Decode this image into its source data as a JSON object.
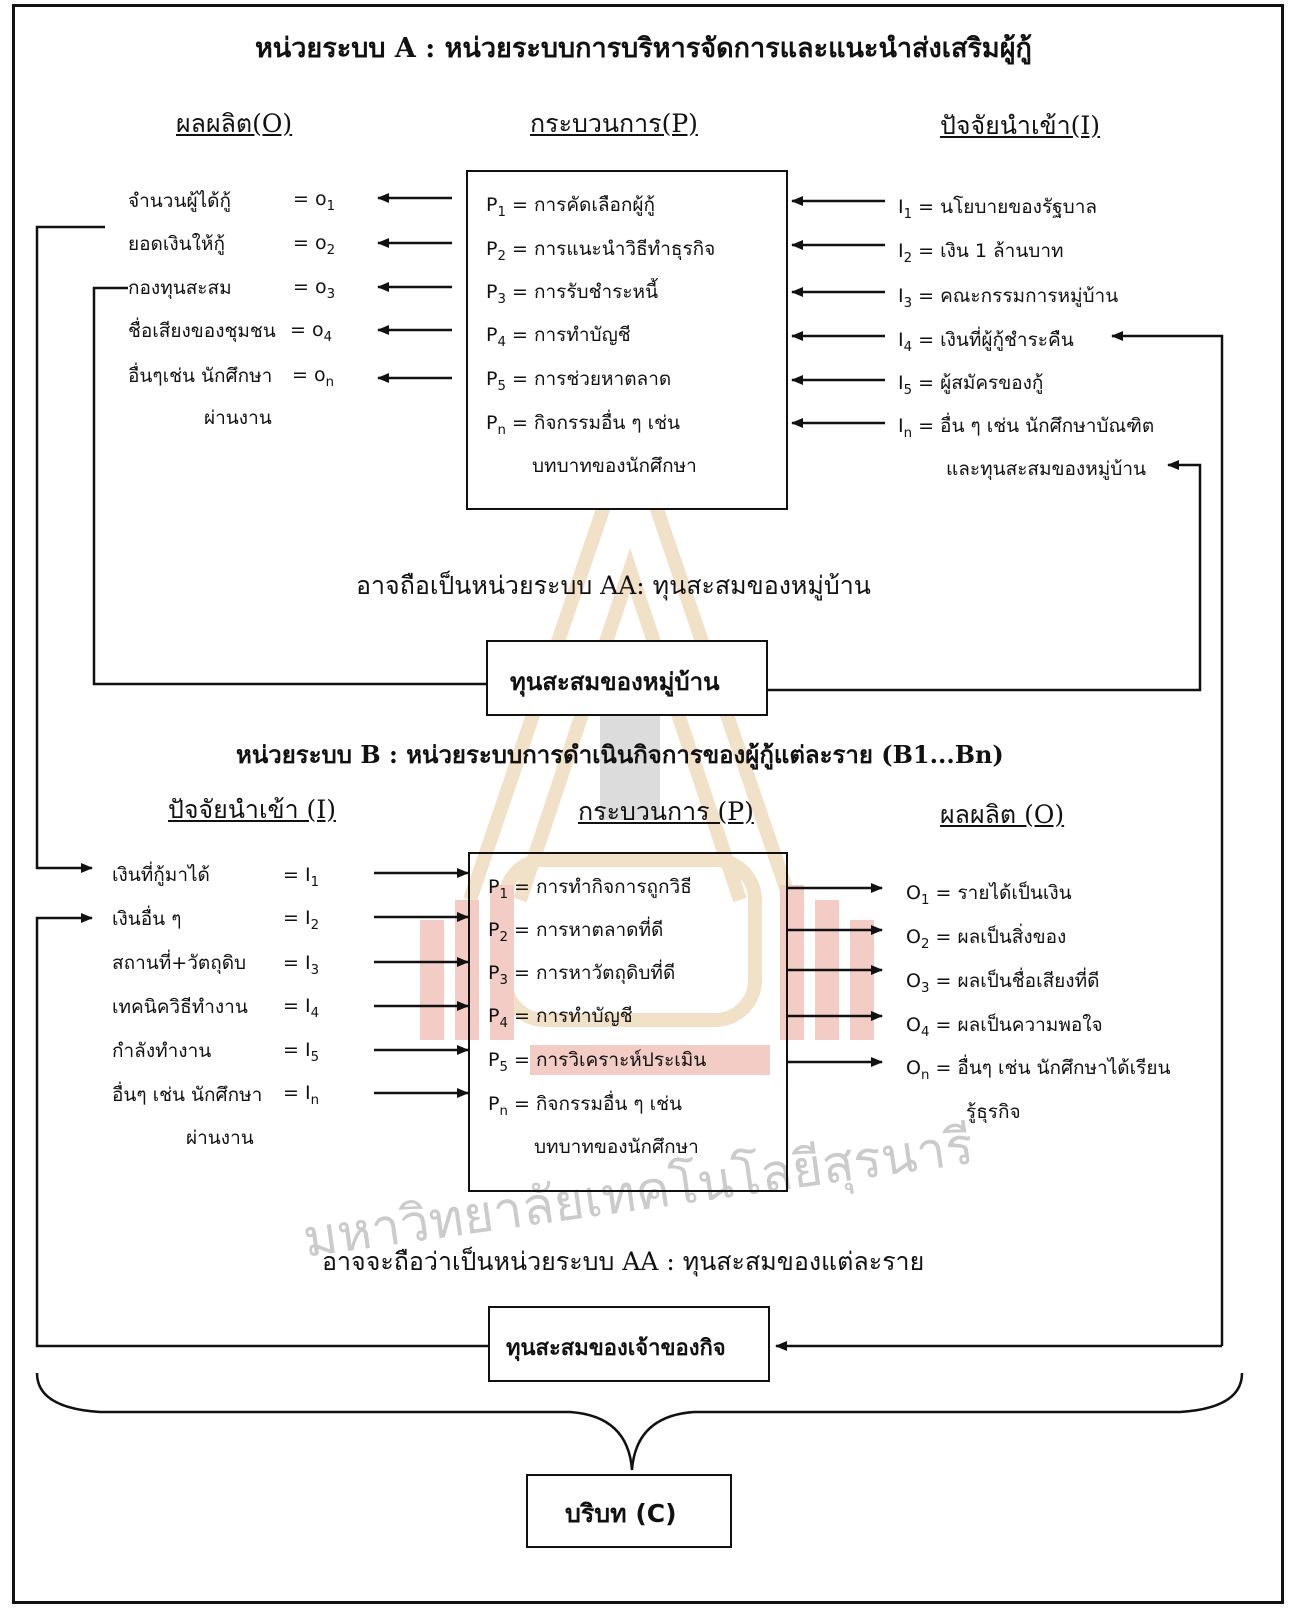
{
  "unit_a": {
    "title": "หน่วยระบบ A : หน่วยระบบการบริหารจัดการและแนะนำส่งเสริมผู้กู้",
    "col_output": "ผลผลิต(O)",
    "col_process": "กระบวนการ(P)",
    "col_input": "ปัจจัยนำเข้า(I)",
    "outputs": [
      {
        "label": "จำนวนผู้ได้กู้",
        "sym": "= o",
        "sub": "1"
      },
      {
        "label": "ยอดเงินให้กู้",
        "sym": "= o",
        "sub": "2"
      },
      {
        "label": "กองทุนสะสม",
        "sym": "= o",
        "sub": "3"
      },
      {
        "label": "ชื่อเสียงของชุมชน",
        "sym": "= o",
        "sub": "4"
      },
      {
        "label": "อื่นๆเช่น นักศึกษา",
        "sym": "= o",
        "sub": "n"
      }
    ],
    "outputs_cont": "ผ่านงาน",
    "processes": [
      {
        "sym": "P",
        "sub": "1",
        "text": "= การคัดเลือกผู้กู้"
      },
      {
        "sym": "P",
        "sub": "2",
        "text": "= การแนะนำวิธีทำธุรกิจ"
      },
      {
        "sym": "P",
        "sub": "3",
        "text": "= การรับชำระหนี้"
      },
      {
        "sym": "P",
        "sub": "4",
        "text": "= การทำบัญชี"
      },
      {
        "sym": "P",
        "sub": "5",
        "text": "= การช่วยหาตลาด"
      },
      {
        "sym": "P",
        "sub": "n",
        "text": "= กิจกรรมอื่น ๆ เช่น"
      }
    ],
    "process_cont": "บทบาทของนักศึกษา",
    "inputs": [
      {
        "sym": "I",
        "sub": "1",
        "text": "= นโยบายของรัฐบาล"
      },
      {
        "sym": "I",
        "sub": "2",
        "text": "= เงิน 1 ล้านบาท"
      },
      {
        "sym": "I",
        "sub": "3",
        "text": "= คณะกรรมการหมู่บ้าน"
      },
      {
        "sym": "I",
        "sub": "4",
        "text": "= เงินที่ผู้กู้ชำระคืน"
      },
      {
        "sym": "I",
        "sub": "5",
        "text": "= ผู้สมัครของกู้"
      },
      {
        "sym": "I",
        "sub": "n",
        "text": "= อื่น ๆ เช่น นักศึกษาบัณฑิต"
      }
    ],
    "inputs_cont": "และทุนสะสมของหมู่บ้าน",
    "note": "อาจถือเป็นหน่วยระบบ AA: ทุนสะสมของหมู่บ้าน",
    "box": "ทุนสะสมของหมู่บ้าน"
  },
  "unit_b": {
    "title": "หน่วยระบบ B : หน่วยระบบการดำเนินกิจการของผู้กู้แต่ละราย (B1...Bn)",
    "col_input": "ปัจจัยนำเข้า (I)",
    "col_process": "กระบวนการ (P)",
    "col_output": "ผลผลิต (O)",
    "inputs": [
      {
        "label": "เงินที่กู้มาได้",
        "sym": "= I",
        "sub": "1"
      },
      {
        "label": "เงินอื่น ๆ",
        "sym": "= I",
        "sub": "2"
      },
      {
        "label": "สถานที่+วัตถุดิบ",
        "sym": "= I",
        "sub": "3"
      },
      {
        "label": "เทคนิควิธีทำงาน",
        "sym": "= I",
        "sub": "4"
      },
      {
        "label": "กำลังทำงาน",
        "sym": "= I",
        "sub": "5"
      },
      {
        "label": "อื่นๆ เช่น นักศึกษา",
        "sym": "= I",
        "sub": "n"
      }
    ],
    "inputs_cont": "ผ่านงาน",
    "processes": [
      {
        "sym": "P",
        "sub": "1",
        "text": "= การทำกิจการถูกวิธี"
      },
      {
        "sym": "P",
        "sub": "2",
        "text": "= การหาตลาดที่ดี"
      },
      {
        "sym": "P",
        "sub": "3",
        "text": "= การหาวัตถุดิบที่ดี"
      },
      {
        "sym": "P",
        "sub": "4",
        "text": "= การทำบัญชี"
      },
      {
        "sym": "P",
        "sub": "5",
        "text": "= การวิเคราะห์ประเมิน"
      },
      {
        "sym": "P",
        "sub": "n",
        "text": "= กิจกรรมอื่น ๆ เช่น"
      }
    ],
    "process_cont": "บทบาทของนักศึกษา",
    "outputs": [
      {
        "sym": "O",
        "sub": "1",
        "text": "= รายได้เป็นเงิน"
      },
      {
        "sym": "O",
        "sub": "2",
        "text": "= ผลเป็นสิ่งของ"
      },
      {
        "sym": "O",
        "sub": "3",
        "text": "= ผลเป็นชื่อเสียงที่ดี"
      },
      {
        "sym": "O",
        "sub": "4",
        "text": "= ผลเป็นความพอใจ"
      },
      {
        "sym": "O",
        "sub": "n",
        "text": "= อื่นๆ เช่น นักศึกษาได้เรียน"
      }
    ],
    "outputs_cont": "รู้ธุรกิจ",
    "note": "อาจจะถือว่าเป็นหน่วยระบบ AA : ทุนสะสมของแต่ละราย",
    "box": "ทุนสะสมของเจ้าของกิจ"
  },
  "context_box": "บริบท (C)",
  "watermark_text": "มหาวิทยาลัยเทคโนโลยีสุรนารี"
}
